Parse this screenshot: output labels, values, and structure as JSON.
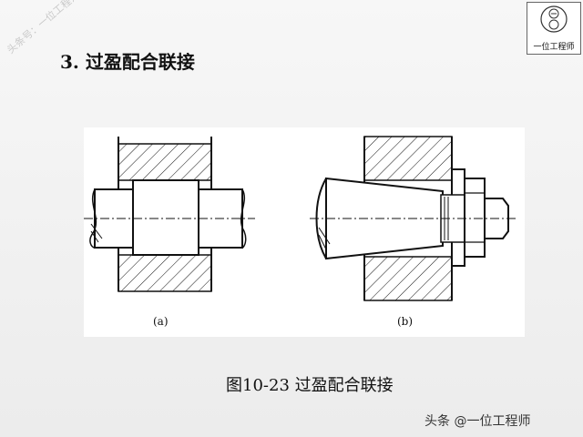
{
  "slide": {
    "title": "3. 过盈配合联接",
    "watermark": "头条号：一位工程师",
    "logo_text": "一位工程师",
    "figure_label_a": "(a)",
    "figure_label_b": "(b)",
    "caption": "图10-23 过盈配合联接",
    "footer": "头条 @一位工程师"
  }
}
